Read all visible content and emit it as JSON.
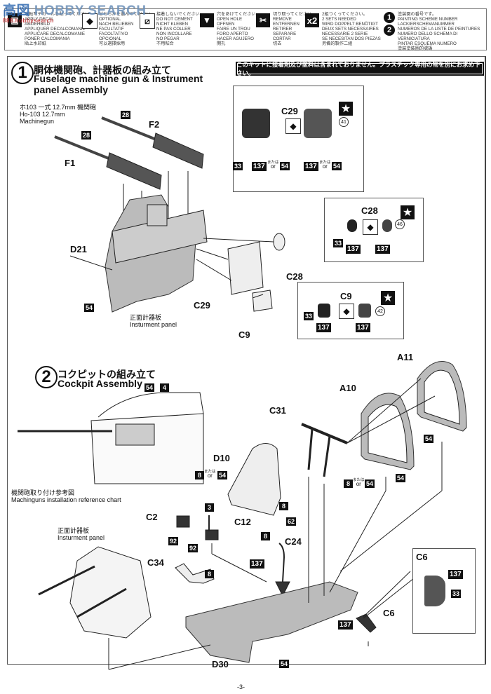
{
  "watermark": {
    "brand_cn": "高",
    "brand_cn2": "図",
    "brand": "HOBBY SEARCH",
    "url": "888.hobbysearch"
  },
  "legend": {
    "items": [
      {
        "icon": "decal-icon",
        "text": "水転写デカールを貼ってください。\nAPPLY DECAL\nABZIEHBILD\nAPPLIQUER DECALCOMANIE\nAPPLICARE DECALCOMANIE\nPONER CALCOMANIA\n貼上水印紙"
      },
      {
        "icon": "optional-icon",
        "text": "どちらかを選んでください。\nOPTIONAL\nNACH BELIEBEN\nFACULTATIF\nFACOLTATIVO\nOPCIONAL\n可以選擇採用"
      },
      {
        "icon": "do-not-cement-icon",
        "text": "接着しないでください。\nDO NOT CEMENT\nNICHT KLEBEN\nNE PAS COLLER\nNON INCOLLARE\nNO PEGAR\n不用粘合"
      },
      {
        "icon": "open-hole-icon",
        "text": "穴をあけてください。\nOPEN HOLE\nOFFNEN\nFAIRE UN TROU\nFORO APERTO\nHACER AGUJERO\n開孔"
      },
      {
        "icon": "remove-icon",
        "text": "切り取ってください。\nREMOVE\nENTFERNEN\nRETIRER\nSEPARARE\nCORTAR\n切去"
      },
      {
        "icon": "x2-icon",
        "icon_text": "x2",
        "text": "2組つくってください。\n2 SETS NEEDED\nWIRD DOPPELT BENÖTIGT\nDEUX SETS NECESSAIRES\nNECESSARIE 2 SERIE\nSE NECESITAN DOS PIEZAS\n另備的製作二組"
      },
      {
        "icon": "painting-scheme-icon",
        "icon_text_1": "1",
        "icon_text_2": "2",
        "text": "塗装図の番号です。\nPAINTING SCHEME NUMBER\nLACKIERSCHEMANUMMER\nNUMEROS DE LA LISTE DE PEINTURES\nNUMERO DELLO SCHEMA DI VERNICIATURA\nPINTAR ESQUEMA NUMERO\n塗装塗裝圖的號碼"
      }
    ]
  },
  "notice": "このキットに接着剤及び塗料は含まれておりません。プラスチック専用の物を別にお求め下さい。",
  "step1": {
    "number": "1",
    "title_jp": "胴体機関砲、計器板の組み立て",
    "title_en_1": "Fuselage machine gun & Instrument",
    "title_en_2": "panel Assembly",
    "gun_note_jp": "ホ103 一式 12.7mm 機関砲",
    "gun_note_en_1": "Ho-103 12.7mm",
    "gun_note_en_2": "Machinegun",
    "parts": [
      "F2",
      "F1",
      "D21",
      "C29",
      "C28",
      "C9"
    ],
    "panel_note_jp": "正面計器板",
    "panel_note_en": "Insturment panel",
    "paints": {
      "f2": "28",
      "f1": "28",
      "d21": "54"
    },
    "c29_detail": {
      "label": "C29",
      "paint_a": "33",
      "paint_b1": "137",
      "paint_b2": "54",
      "paint_c1": "137",
      "paint_c2": "54",
      "decal": "41",
      "or_jp": "または",
      "or_en": "or"
    },
    "c28_detail": {
      "label": "C28",
      "paint_a": "33",
      "paint_b": "137",
      "paint_c": "137",
      "decal": "46"
    },
    "c9_detail": {
      "label": "C9",
      "paint_a": "33",
      "paint_b": "137",
      "paint_c": "137",
      "decal": "42"
    }
  },
  "step2": {
    "number": "2",
    "title_jp": "コクピットの組み立て",
    "title_en": "Cockpit Assembly",
    "ref_paints": {
      "a": "54",
      "b": "4"
    },
    "ref_note_jp": "機関砲取り付け参考図",
    "ref_note_en": "Machinguns  installation reference chart",
    "panel_note_jp": "正面計器板",
    "panel_note_en": "Insturment panel",
    "parts": {
      "a11": "A11",
      "a10": "A10",
      "c31": "C31",
      "d10": "D10",
      "c2": "C2",
      "c12": "C12",
      "c34": "C34",
      "c24": "C24",
      "d30": "D30",
      "c6": "C6"
    },
    "paints": {
      "a11": "54",
      "a10": "54",
      "c31_a": "8",
      "c31_b": "54",
      "d10_a": "8",
      "d10_b": "54",
      "d10_c": "8",
      "c2": "92",
      "c12_a": "3",
      "c12_b": "92",
      "c34": "8",
      "c24_a": "8",
      "c24_b": "62",
      "c24_c": "8",
      "c24_d": "137",
      "d30": "54",
      "c6": "137"
    },
    "or_jp": "または",
    "or_en": "or",
    "c6_detail": {
      "label": "C6",
      "paint_a": "137",
      "paint_b": "33"
    }
  },
  "page_number": "-3-"
}
